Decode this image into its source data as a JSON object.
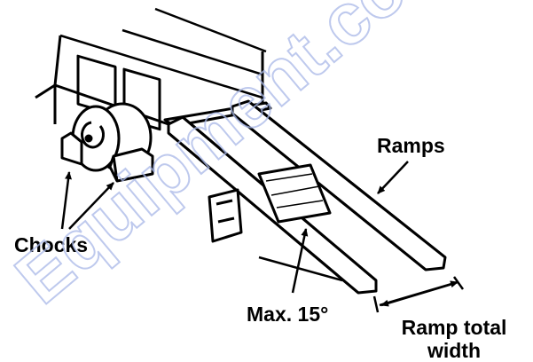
{
  "labels": {
    "ramps": "Ramps",
    "chocks": "Chocks",
    "max_angle": "Max. 15°",
    "ramp_total_width": "Ramp total width"
  },
  "watermark": {
    "text": "Equipment.com",
    "color": "#a9b8e8"
  },
  "colors": {
    "line": "#000000",
    "background": "#ffffff"
  }
}
